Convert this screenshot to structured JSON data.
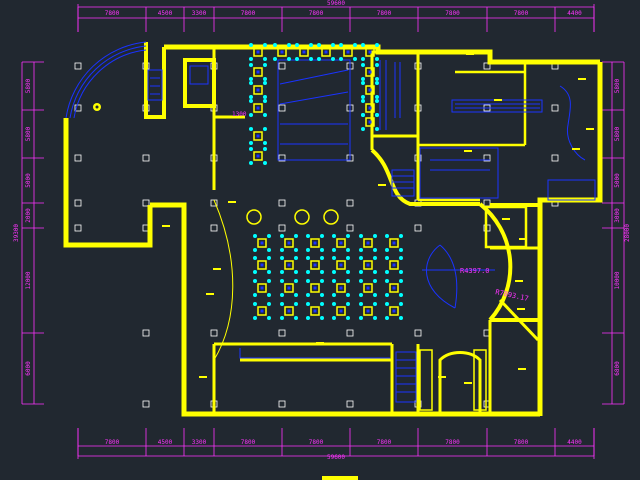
{
  "colors": {
    "background": "#212830",
    "wall": "#ffff00",
    "dimension": "#ff33ff",
    "furniture": "#1a33ff",
    "seating": "#00ffff",
    "column": "#ffffff"
  },
  "dimensions": {
    "top_total": "59600",
    "bottom_total": "59600",
    "segments": [
      "7800",
      "4500",
      "3300",
      "7800",
      "7800",
      "7800",
      "7800",
      "7800",
      "4400"
    ],
    "left_vertical": [
      "5800",
      "5800",
      "5000",
      "2000",
      "12000",
      "6000"
    ],
    "left_total": "39300",
    "right_vertical": [
      "5800",
      "5800",
      "5000",
      "3000",
      "10000",
      "6800"
    ],
    "right_total": "28000"
  },
  "annotations": {
    "radius_large": "R4397.0",
    "radius_small": "R7893.17",
    "label_small": "1300"
  }
}
